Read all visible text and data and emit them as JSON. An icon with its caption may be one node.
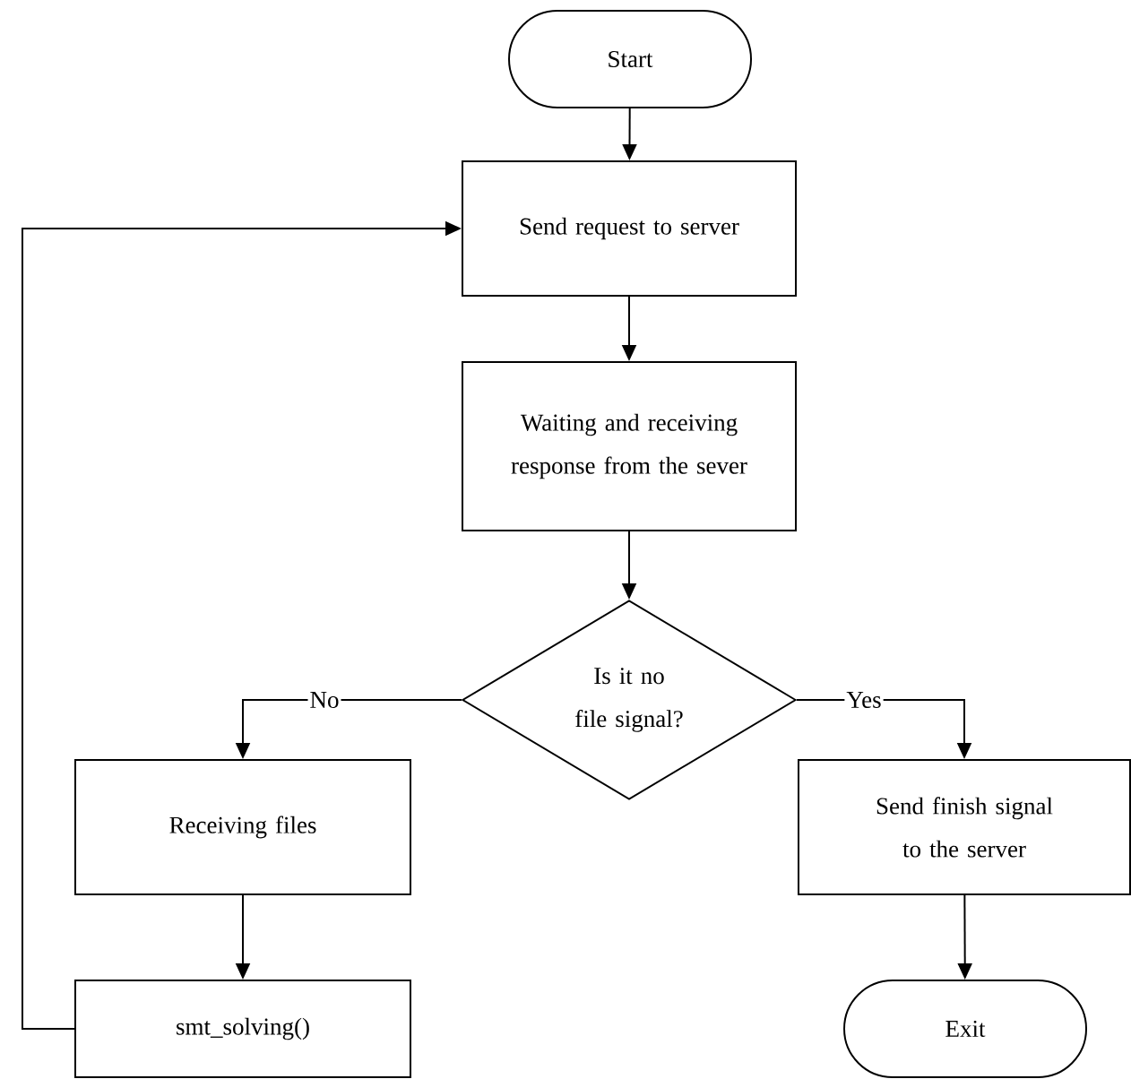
{
  "diagram": {
    "nodes": [
      {
        "text": [
          "Start"
        ]
      },
      {
        "text": [
          "Send request to server"
        ]
      },
      {
        "text": [
          "Waiting and receiving response from the sever"
        ]
      },
      {
        "text": [
          "Is it no file signal?"
        ]
      },
      {
        "text": [
          "Receiving files"
        ]
      },
      {
        "text": [
          "smt_solving()"
        ]
      },
      {
        "text": [
          "Send finish signal to the server"
        ]
      },
      {
        "text": [
          "Exit"
        ]
      }
    ],
    "edges": [
      {
        "from": 0,
        "to": 1,
        "arrow": "to"
      },
      {
        "from": 1,
        "to": 2,
        "arrow": "to"
      },
      {
        "from": 2,
        "to": 3,
        "arrow": "to"
      },
      {
        "from": 3,
        "to": 4,
        "arrow": "to",
        "label": "No"
      },
      {
        "from": 3,
        "to": 6,
        "arrow": "to",
        "label": "Yes"
      },
      {
        "from": 4,
        "to": 5,
        "arrow": "to"
      },
      {
        "from": 6,
        "to": 7,
        "arrow": "to"
      },
      {
        "from": 5,
        "to": 1,
        "arrow": "to"
      }
    ]
  }
}
